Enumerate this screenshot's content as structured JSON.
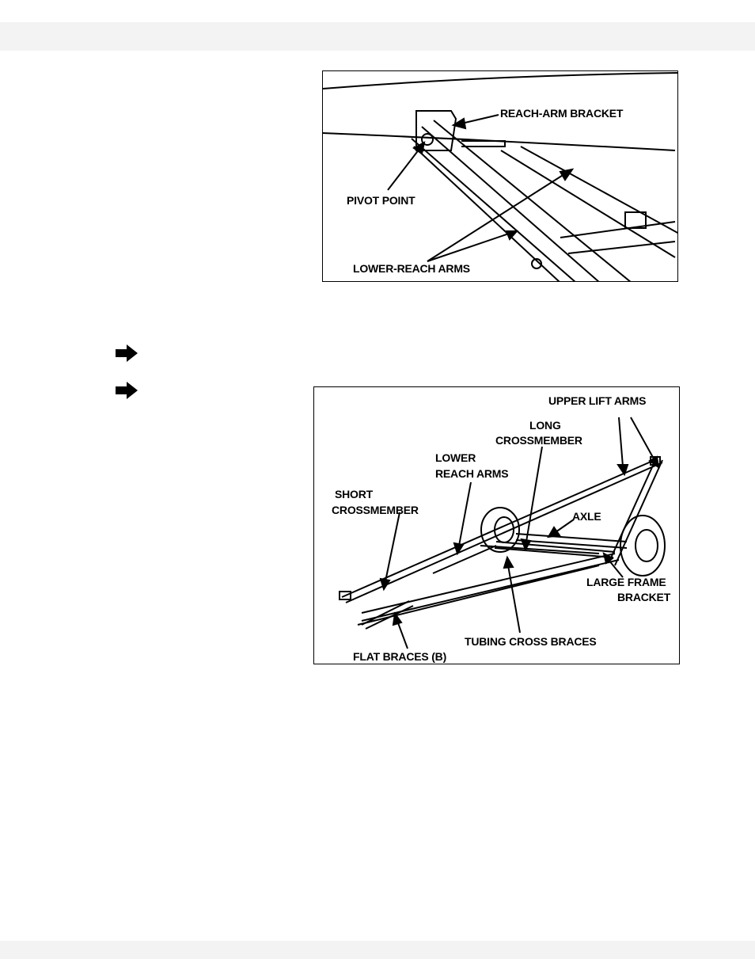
{
  "figure1": {
    "labels": {
      "reach_arm_bracket": "REACH-ARM BRACKET",
      "pivot_point": "PIVOT POINT",
      "lower_reach_arms": "LOWER-REACH ARMS"
    }
  },
  "bullets": [
    {
      "icon": "right-arrow-icon"
    },
    {
      "icon": "right-arrow-icon"
    }
  ],
  "figure2": {
    "labels": {
      "upper_lift_arms": "UPPER LIFT ARMS",
      "long_crossmember_1": "LONG",
      "long_crossmember_2": "CROSSMEMBER",
      "lower_reach_arms_1": "LOWER",
      "lower_reach_arms_2": "REACH ARMS",
      "short_crossmember_1": "SHORT",
      "short_crossmember_2": "CROSSMEMBER",
      "axle": "AXLE",
      "large_frame_bracket_1": "LARGE FRAME",
      "large_frame_bracket_2": "BRACKET",
      "tubing_cross_braces": "TUBING CROSS BRACES",
      "flat_braces": "FLAT BRACES (B)"
    }
  }
}
